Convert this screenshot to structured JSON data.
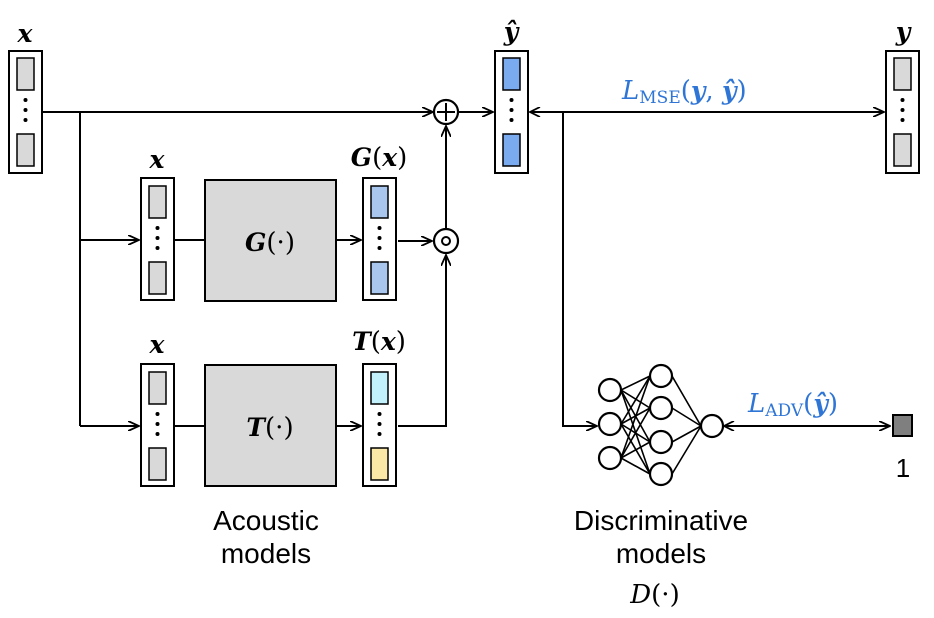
{
  "labels": {
    "x_input": "x",
    "y_hat": "ŷ",
    "y_target": "y",
    "x_g": "x",
    "x_t": "x",
    "g_out_fn": "G",
    "g_out_arg": "x",
    "t_out_fn": "T",
    "t_out_arg": "x",
    "g_box_fn": "G",
    "g_box_arg": "·",
    "t_box_fn": "T",
    "t_box_arg": "·",
    "loss_mse_sym": "L",
    "loss_mse_sub": "MSE",
    "loss_mse_arg1": "y",
    "loss_mse_arg2": "ŷ",
    "loss_adv_sym": "L",
    "loss_adv_sub": "ADV",
    "loss_adv_arg": "ŷ",
    "output_value": "1",
    "acoustic_line1": "Acoustic",
    "acoustic_line2": "models",
    "discrim_line1": "Discriminative",
    "discrim_line2": "models",
    "d_fn": "D",
    "d_arg": "·"
  },
  "colors": {
    "gray_cell": "#d9d9d9",
    "blue_cell": "#7aaaf0",
    "g_cell": "#a9c6ee",
    "t_top_cell": "#c3f1fb",
    "t_bottom_cell": "#fbe8a6",
    "out_cell": "#7f7f7f",
    "loss_text": "#2e75d6"
  }
}
